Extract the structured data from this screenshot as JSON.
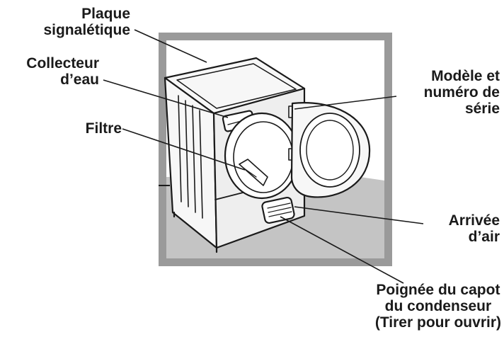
{
  "labels": {
    "plaque": [
      "Plaque",
      "signalétique"
    ],
    "collecteur": [
      "Collecteur",
      "d’eau"
    ],
    "filtre": [
      "Filtre"
    ],
    "modele": [
      "Modèle et",
      "numéro de",
      "série"
    ],
    "arrivee": [
      "Arrivée",
      "d’air"
    ],
    "poignee": [
      "Poignée du capot",
      "du condenseur",
      "(Tirer pour ouvrir)"
    ]
  },
  "colors": {
    "frame": "#9a9a9a",
    "floor": "#c4c4c4",
    "background": "#ffffff",
    "line": "#1a1a1a",
    "machine_body": "#f7f7f7",
    "machine_front": "#eeeeee"
  }
}
